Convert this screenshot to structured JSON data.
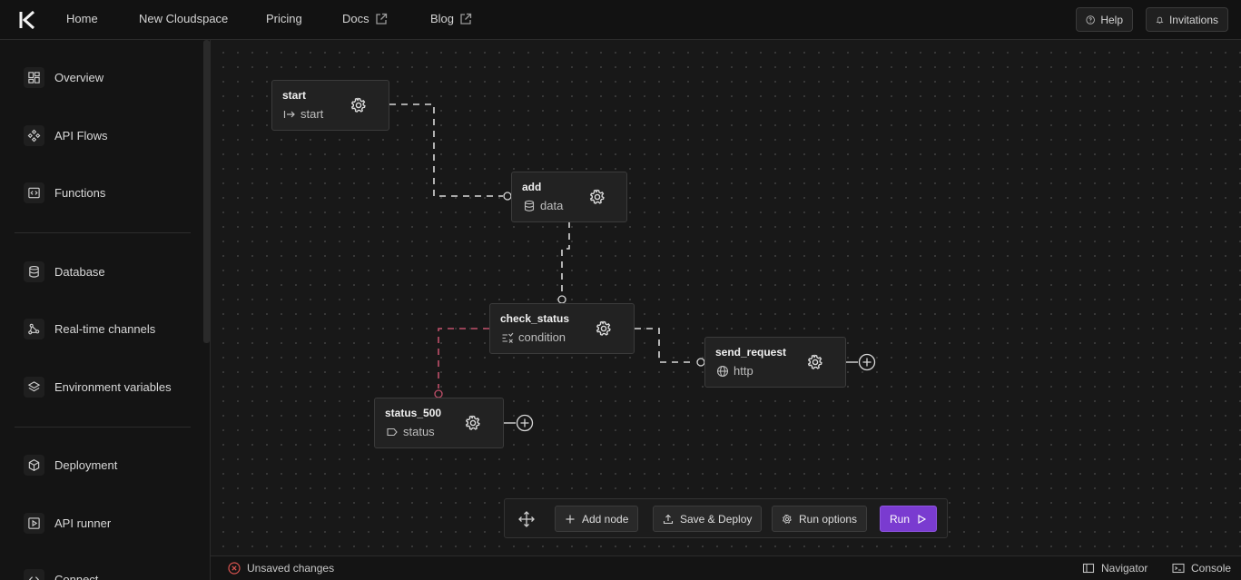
{
  "topbar": {
    "nav": [
      "Home",
      "New Cloudspace",
      "Pricing",
      "Docs",
      "Blog"
    ],
    "help_label": "Help",
    "invitations_label": "Invitations"
  },
  "sidebar": {
    "items": [
      {
        "label": "Overview",
        "icon": "grid-icon"
      },
      {
        "label": "API Flows",
        "icon": "flow-icon"
      },
      {
        "label": "Functions",
        "icon": "code-icon"
      },
      {
        "label": "Database",
        "icon": "database-icon"
      },
      {
        "label": "Real-time channels",
        "icon": "channels-icon"
      },
      {
        "label": "Environment variables",
        "icon": "layers-icon"
      },
      {
        "label": "Deployment",
        "icon": "box-icon"
      },
      {
        "label": "API runner",
        "icon": "play-icon"
      },
      {
        "label": "Connect",
        "icon": "connect-icon"
      }
    ]
  },
  "flow": {
    "nodes": [
      {
        "id": "start",
        "title": "start",
        "type": "start",
        "icon": "arrow-right-icon"
      },
      {
        "id": "add",
        "title": "add",
        "type": "data",
        "icon": "database-icon"
      },
      {
        "id": "check_status",
        "title": "check_status",
        "type": "condition",
        "icon": "condition-icon"
      },
      {
        "id": "send_request",
        "title": "send_request",
        "type": "http",
        "icon": "globe-icon"
      },
      {
        "id": "status_500",
        "title": "status_500",
        "type": "status",
        "icon": "tag-icon"
      }
    ]
  },
  "toolbar": {
    "add_node_label": "Add node",
    "save_deploy_label": "Save & Deploy",
    "run_options_label": "Run options",
    "run_label": "Run"
  },
  "statusbar": {
    "unsaved_label": "Unsaved changes",
    "navigator_label": "Navigator",
    "console_label": "Console"
  },
  "colors": {
    "accent": "#7a3bd0",
    "failure_edge": "#c0506a",
    "edge": "#d8d8d8",
    "error_icon": "#d9534f"
  }
}
